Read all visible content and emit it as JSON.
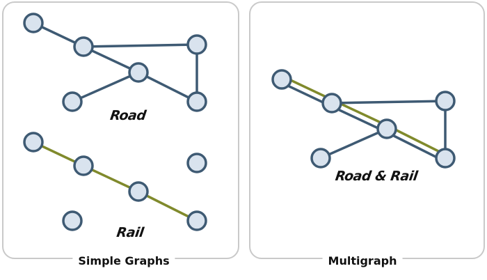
{
  "panels": {
    "left_caption": "Simple Graphs",
    "right_caption": "Multigraph"
  },
  "graph_labels": {
    "road": "Road",
    "rail": "Rail",
    "road_and_rail": "Road & Rail"
  },
  "colors": {
    "road_edge": "#3e5a73",
    "rail_edge": "#808a2c",
    "node_fill": "#d9e3ee",
    "node_stroke": "#3e5a73",
    "panel_border": "#c9c9c9"
  }
}
